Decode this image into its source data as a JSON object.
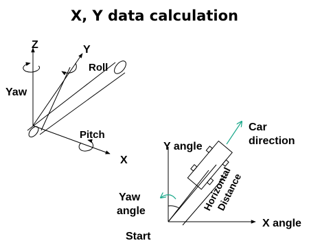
{
  "title": "X, Y data calculation",
  "left": {
    "z_label": "Z",
    "y_label": "Y",
    "x_label": "X",
    "roll_label": "Roll",
    "yaw_label": "Yaw",
    "pitch_label": "Pitch"
  },
  "right": {
    "y_angle_label": "Y angle",
    "x_angle_label": "X angle",
    "car_label_line1": "Car",
    "car_label_line2": "direction",
    "yaw_angle_line1": "Yaw",
    "yaw_angle_line2": "angle",
    "horizontal_line1": "Horizontal",
    "horizontal_line2": "Distance",
    "start_label": "Start"
  },
  "colors": {
    "arrow_accent": "#1aa88a",
    "stroke": "#000000"
  }
}
